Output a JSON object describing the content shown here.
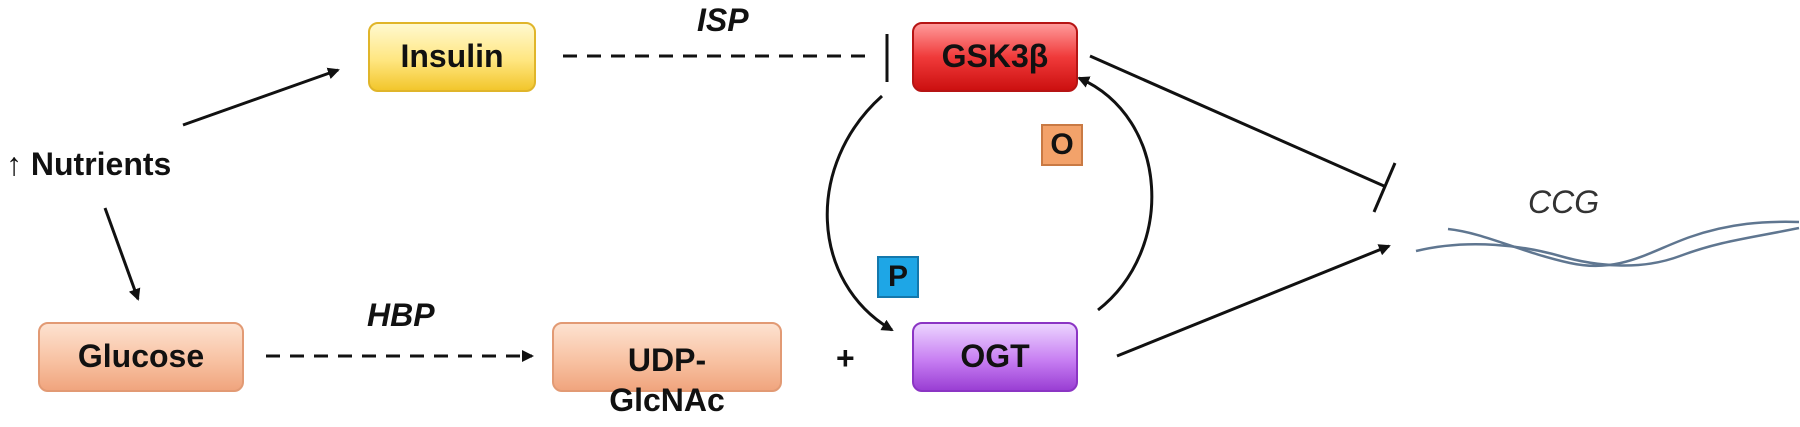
{
  "nodes": {
    "insulin": "Insulin",
    "gsk3b": "GSK3β",
    "glucose": "Glucose",
    "udp_glcnac": [
      "UDP-",
      "GlcNAc"
    ],
    "ogt": "OGT"
  },
  "labels": {
    "nutrients_arrow": "↑",
    "nutrients": "Nutrients",
    "isp": "ISP",
    "hbp": "HBP",
    "plus": "+",
    "ccg": "CCG"
  },
  "badges": {
    "o_glcnac": "O",
    "phosphorylation": "P"
  },
  "colors": {
    "insulin": "#ffe680",
    "gsk3b": "#f03a3a",
    "glucose": "#f8c2a3",
    "udp_glcnac": "#f8c2a3",
    "ogt": "#c77ef2",
    "badge_o": "#f3a26a",
    "badge_p": "#1ea6e6",
    "dna": "#5f7690"
  }
}
